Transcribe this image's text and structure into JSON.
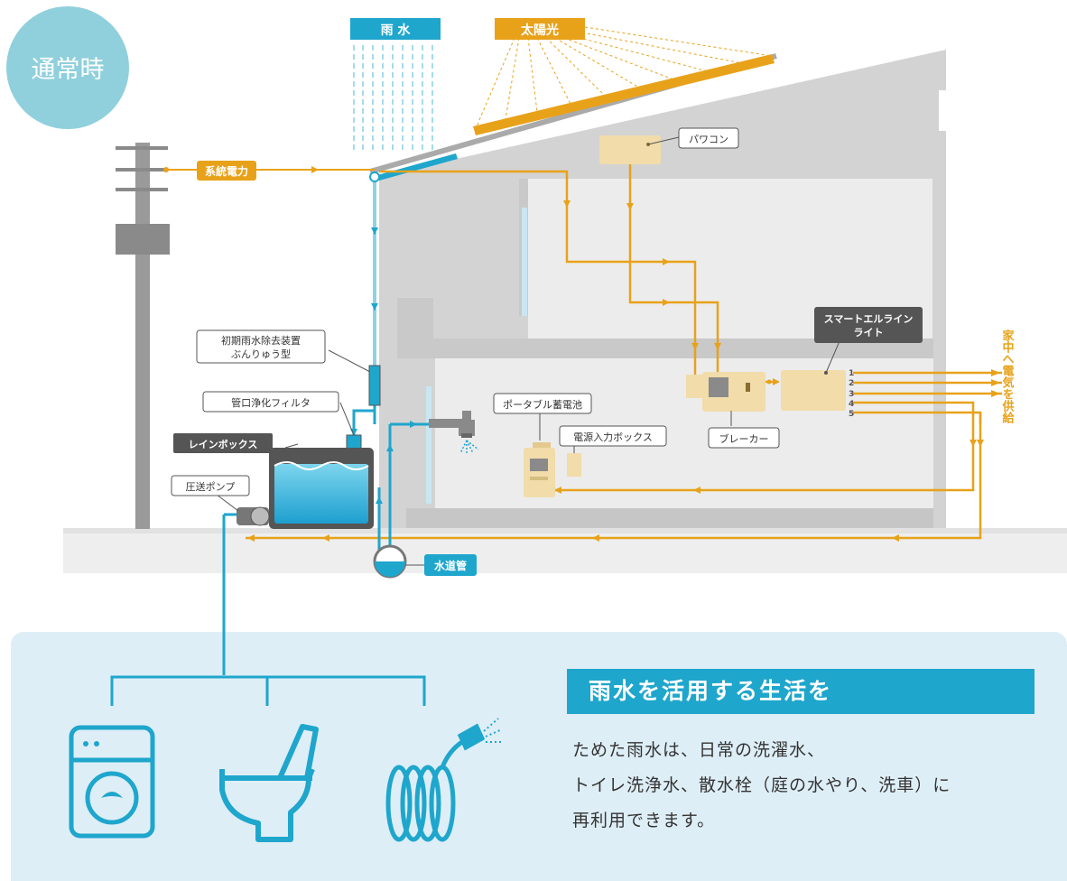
{
  "badge": {
    "label": "通常時",
    "color": "#8fd0dc"
  },
  "labels": {
    "rain": "雨 水",
    "solar": "太陽光",
    "grid_power": "系統電力",
    "power_conditioner": "パワコン",
    "first_flush_line1": "初期雨水除去装置",
    "first_flush_line2": "ぶんりゅう型",
    "inlet_filter": "管口浄化フィルタ",
    "rain_box": "レインボックス",
    "pump": "圧送ポンプ",
    "water_main": "水道管",
    "portable_battery": "ポータブル蓄電池",
    "power_input_box": "電源入力ボックス",
    "breaker": "ブレーカー",
    "smart_light_line1": "スマートエルライン",
    "smart_light_line2": "ライト",
    "supply_text": "家中へ電気を供給",
    "circuits": [
      "1",
      "2",
      "3",
      "4",
      "5"
    ]
  },
  "info": {
    "heading": "雨水を活用する生活を",
    "lines": [
      "ためた雨水は、日常の洗濯水、",
      "トイレ洗浄水、散水栓（庭の水やり、洗車）に",
      "再利用できます。"
    ]
  },
  "icons": [
    "washing-machine-icon",
    "toilet-icon",
    "garden-hose-icon",
    "faucet-icon"
  ],
  "colors": {
    "water": "#1fa6cc",
    "electric": "#e8a21a",
    "label_dark": "#555555"
  }
}
